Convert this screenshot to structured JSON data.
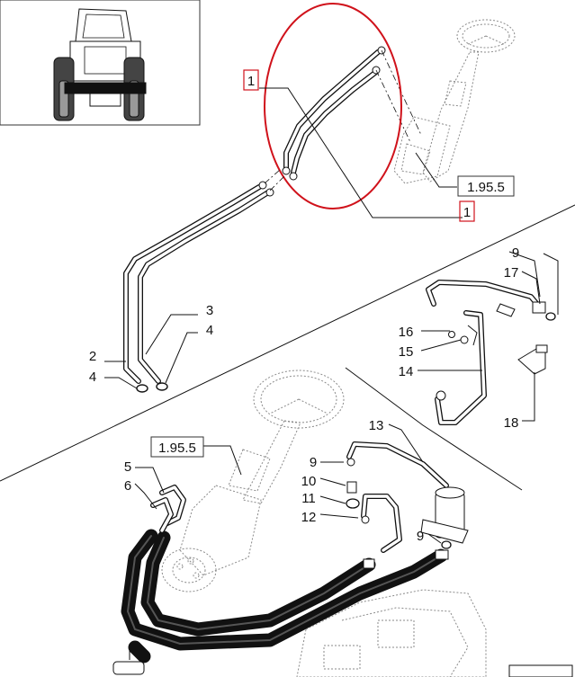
{
  "colors": {
    "highlight": "#d0121b",
    "ink": "#111111",
    "ghost": "#8a8a8a"
  },
  "callouts": {
    "c1_top": "1",
    "c1_bottom": "1",
    "ref_upper": "1.95.5",
    "ref_lower": "1.95.5",
    "c2": "2",
    "c3": "3",
    "c4a": "4",
    "c4b": "4",
    "c5": "5",
    "c6": "6",
    "c9a": "9",
    "c9b": "9",
    "c9c": "9",
    "c10": "10",
    "c11": "11",
    "c12": "12",
    "c13": "13",
    "c14": "14",
    "c15": "15",
    "c16": "16",
    "c17": "17",
    "c18": "18"
  },
  "icons": [
    "tractor-front-icon",
    "steering-wheel-icon",
    "o-ring-icon",
    "elbow-fitting-icon"
  ]
}
